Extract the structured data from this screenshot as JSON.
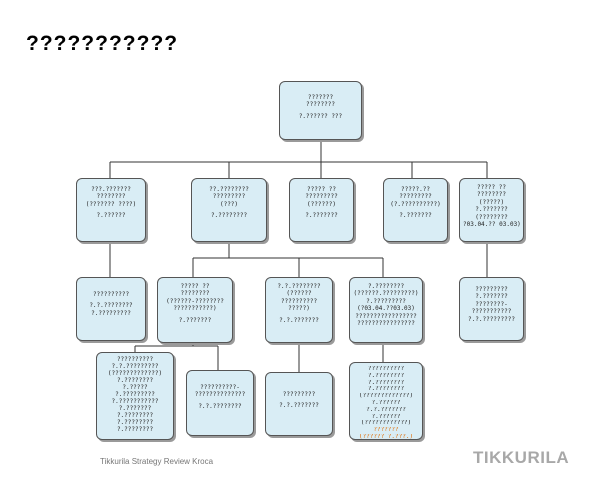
{
  "title": "???????????",
  "footer": "Tikkurila Strategy Review Kroca",
  "logo": "TIKKURILA",
  "nodes": {
    "ceo": [
      "???????",
      "????????",
      "",
      "?.?????? ???"
    ],
    "n1": [
      "???.??????? ",
      "????????",
      "(??????? ????)",
      "",
      "?.??????"
    ],
    "n2": [
      "??.????????",
      "?????????",
      "(???)",
      "",
      "?.????????"
    ],
    "n3": [
      "????? ??",
      "?????????",
      "(??????)",
      "",
      "?.???????"
    ],
    "n4": [
      "?????.??",
      "?????????",
      "(?.??????????)",
      "",
      "?.???????"
    ],
    "n5": [
      "????? ??",
      "????????",
      "(?????)",
      "?.???????",
      "(????????",
      "?03.04.??  03.03)"
    ],
    "c1": [
      "??????????",
      "",
      "?.?.????????",
      "?.?????????"
    ],
    "c2": [
      "????? ??",
      "????????",
      "(??????-????????",
      "???????????)",
      "",
      "?.???????"
    ],
    "c3": [
      "?.?.????????",
      "(??????",
      "??????????",
      "?????)",
      "",
      "?.?.???????"
    ],
    "c4": [
      "?.????????",
      "(??????.?????????)",
      "?.?????????",
      "(?03.04.??03.03)",
      "?????????????????",
      "????????????????"
    ],
    "c5": [
      "?????????",
      "?.???????",
      "????????-",
      "???????????",
      "?.?.?????????"
    ],
    "g1": [
      "??????????",
      "?.?.?????????",
      "(?????????????)",
      "?.????????",
      "?.?????",
      "?.?????????",
      "?.???????????",
      "?.???????",
      "?.????????",
      "?.????????",
      "?.????????"
    ],
    "g2": [
      "??????????-",
      "??????????????",
      "",
      "?.?.????????"
    ],
    "g3": [
      "?????????",
      "",
      "?.?.???????"
    ],
    "g4": [
      "??????????",
      "?.????????",
      "?.????????",
      "?.????????",
      "(?????????????)",
      "?.??????",
      "?.?.???????",
      "?.??????",
      "(????????????)"
    ],
    "g4_highlight": [
      "???????",
      "(??????  ?.???.)"
    ]
  }
}
